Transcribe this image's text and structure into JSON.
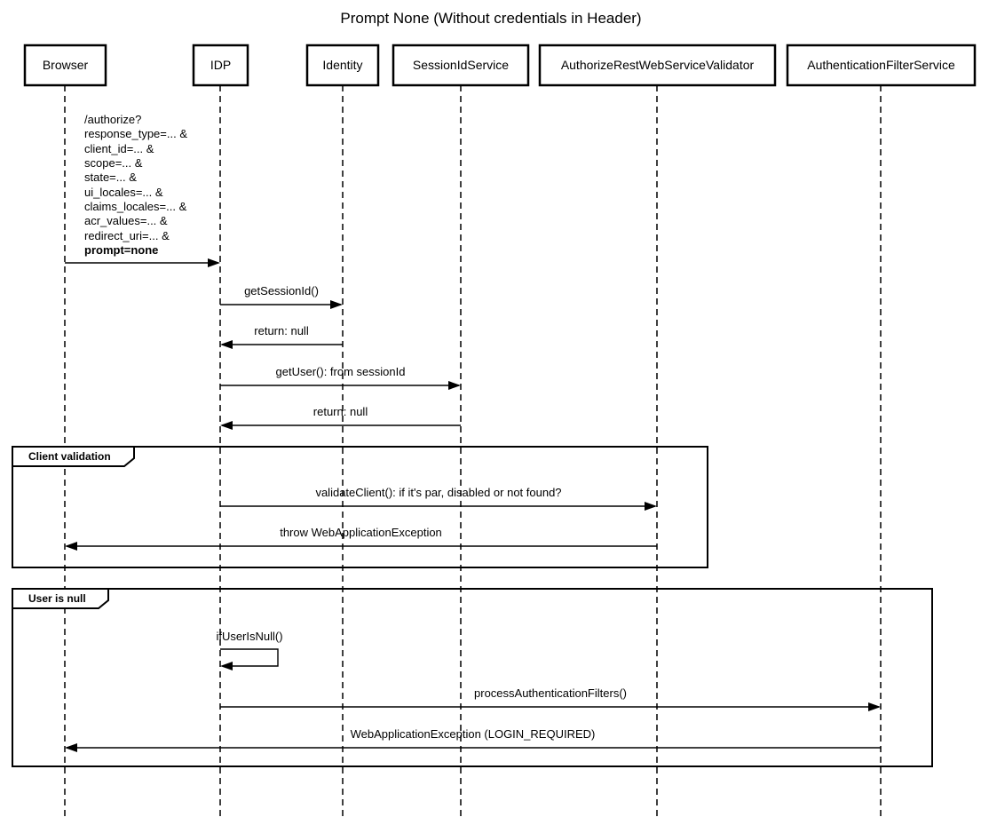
{
  "title": "Prompt None (Without credentials in Header)",
  "participants": [
    {
      "name": "Browser"
    },
    {
      "name": "IDP"
    },
    {
      "name": "Identity"
    },
    {
      "name": "SessionIdService"
    },
    {
      "name": "AuthorizeRestWebServiceValidator"
    },
    {
      "name": "AuthenticationFilterService"
    }
  ],
  "request_message": {
    "from": "Browser",
    "to": "IDP",
    "lines": [
      "/authorize?",
      "response_type=... &",
      "client_id=... &",
      "scope=... &",
      "state=... &",
      "ui_locales=... &",
      "claims_locales=... &",
      "acr_values=... &",
      "redirect_uri=... &",
      "prompt=none"
    ]
  },
  "messages": [
    {
      "text": "getSessionId()",
      "from": "IDP",
      "to": "Identity"
    },
    {
      "text": "return: null",
      "from": "Identity",
      "to": "IDP"
    },
    {
      "text": "getUser(): from sessionId",
      "from": "IDP",
      "to": "SessionIdService"
    },
    {
      "text": "return: null",
      "from": "SessionIdService",
      "to": "IDP"
    },
    {
      "text": "validateClient(): if it's par, disabled or not found?",
      "from": "IDP",
      "to": "AuthorizeRestWebServiceValidator"
    },
    {
      "text": "throw WebApplicationException",
      "from": "AuthorizeRestWebServiceValidator",
      "to": "Browser"
    },
    {
      "text": "ifUserIsNull()",
      "from": "IDP",
      "to": "IDP"
    },
    {
      "text": "processAuthenticationFilters()",
      "from": "IDP",
      "to": "AuthenticationFilterService"
    },
    {
      "text": "WebApplicationException (LOGIN_REQUIRED)",
      "from": "AuthenticationFilterService",
      "to": "Browser"
    }
  ],
  "fragments": [
    {
      "label": "Client validation"
    },
    {
      "label": "User is null"
    }
  ],
  "colors": {
    "line": "#000000",
    "text": "#000000",
    "background": "#ffffff"
  }
}
